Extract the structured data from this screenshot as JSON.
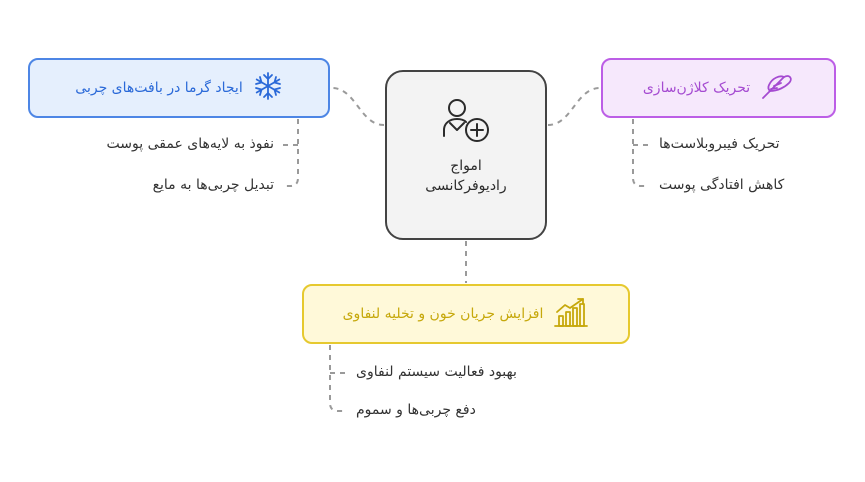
{
  "center": {
    "line1": "امواج",
    "line2": "رادیوفرکانسی",
    "icon": "person-plus-icon"
  },
  "branches": {
    "fat": {
      "title": "ایجاد گرما در بافت‌های چربی",
      "icon": "snowflake-icon",
      "color": "#4d86e5",
      "items": [
        "نفوذ به لایه‌های عمقی پوست",
        "تبدیل چربی‌ها به مایع"
      ]
    },
    "collagen": {
      "title": "تحریک کلاژن‌سازی",
      "icon": "feather-icon",
      "color": "#bc5ee6",
      "items": [
        "تحریک فیبروبلاست‌ها",
        "کاهش افتادگی پوست"
      ]
    },
    "lymph": {
      "title": "افزایش جریان خون و تخلیه لنفاوی",
      "icon": "growth-chart-icon",
      "color": "#e6c92f",
      "items": [
        "بهبود فعالیت سیستم لنفاوی",
        "دفع چربی‌ها و سموم"
      ]
    }
  }
}
